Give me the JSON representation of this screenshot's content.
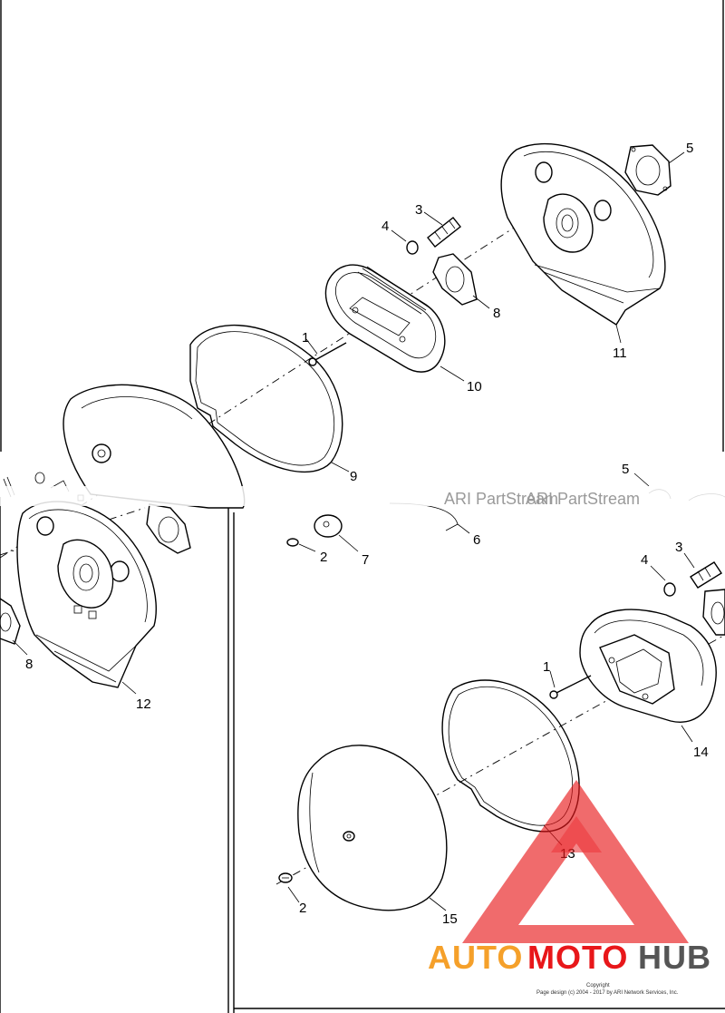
{
  "diagram": {
    "callouts_top": [
      "5",
      "3",
      "4",
      "8",
      "1",
      "11",
      "10",
      "9",
      "2",
      "7",
      "6"
    ],
    "callouts_left": [
      "8",
      "12"
    ],
    "callouts_right": [
      "5",
      "4",
      "3",
      "1",
      "14",
      "13",
      "2",
      "15"
    ]
  },
  "watermarks": {
    "top_center": "ARI PartStream",
    "top_right": "ARI PartStream"
  },
  "branding": {
    "logo_auto": "AUTO",
    "logo_moto": "MOTO",
    "logo_hub": "HUB",
    "color_red": "#e8171a",
    "color_orange": "#f5a02a",
    "color_gray": "#555555"
  },
  "copyright": {
    "line1": "Copyright",
    "line2": "Page design (c) 2004 - 2017 by ARI Network Services, Inc."
  }
}
